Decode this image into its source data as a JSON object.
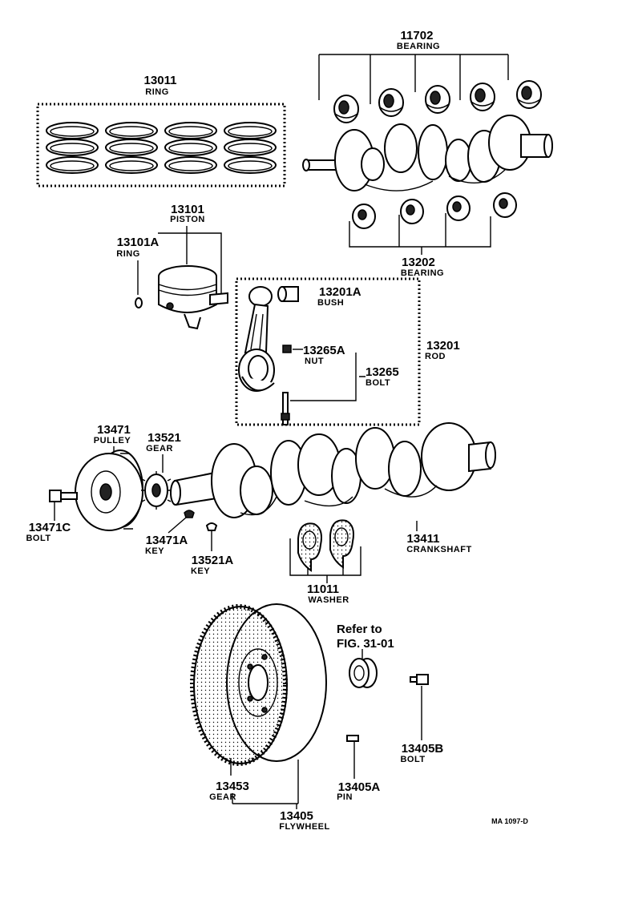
{
  "callouts": {
    "bearing_main": {
      "number": "11702",
      "name": "BEARING"
    },
    "ring_set": {
      "number": "13011",
      "name": "RING"
    },
    "piston": {
      "number": "13101",
      "name": "PISTON"
    },
    "piston_ring": {
      "number": "13101A",
      "name": "RING"
    },
    "bearing_rod": {
      "number": "13202",
      "name": "BEARING"
    },
    "bush": {
      "number": "13201A",
      "name": "BUSH"
    },
    "nut": {
      "number": "13265A",
      "name": "NUT"
    },
    "rod": {
      "number": "13201",
      "name": "ROD"
    },
    "rod_bolt": {
      "number": "13265",
      "name": "BOLT"
    },
    "pulley": {
      "number": "13471",
      "name": "PULLEY"
    },
    "gear_crank": {
      "number": "13521",
      "name": "GEAR"
    },
    "pulley_bolt": {
      "number": "13471C",
      "name": "BOLT"
    },
    "key_pulley": {
      "number": "13471A",
      "name": "KEY"
    },
    "key_gear": {
      "number": "13521A",
      "name": "KEY"
    },
    "crankshaft": {
      "number": "13411",
      "name": "CRANKSHAFT"
    },
    "washer": {
      "number": "11011",
      "name": "WASHER"
    },
    "flywheel_bolt": {
      "number": "13405B",
      "name": "BOLT"
    },
    "ring_gear": {
      "number": "13453",
      "name": "GEAR"
    },
    "pin": {
      "number": "13405A",
      "name": "PIN"
    },
    "flywheel": {
      "number": "13405",
      "name": "FLYWHEEL"
    }
  },
  "reference": {
    "line1": "Refer to",
    "line2": "FIG. 31-01"
  },
  "figure_code": "MA 1097-D"
}
